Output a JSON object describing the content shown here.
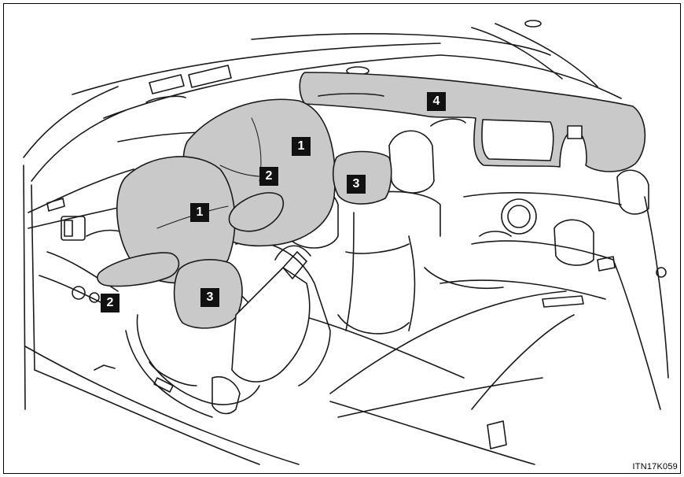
{
  "diagram": {
    "callouts": [
      {
        "id": "driver-front",
        "label": "1"
      },
      {
        "id": "passenger-front",
        "label": "1"
      },
      {
        "id": "driver-knee",
        "label": "2"
      },
      {
        "id": "passenger-knee",
        "label": "2"
      },
      {
        "id": "driver-side",
        "label": "3"
      },
      {
        "id": "passenger-side",
        "label": "3"
      },
      {
        "id": "curtain",
        "label": "4"
      }
    ],
    "figure_code": "ITN17K059",
    "colors": {
      "airbag_fill": "#c9c9c9",
      "line": "#1a1a1a",
      "callout_bg": "#111111",
      "callout_text": "#ffffff"
    }
  }
}
